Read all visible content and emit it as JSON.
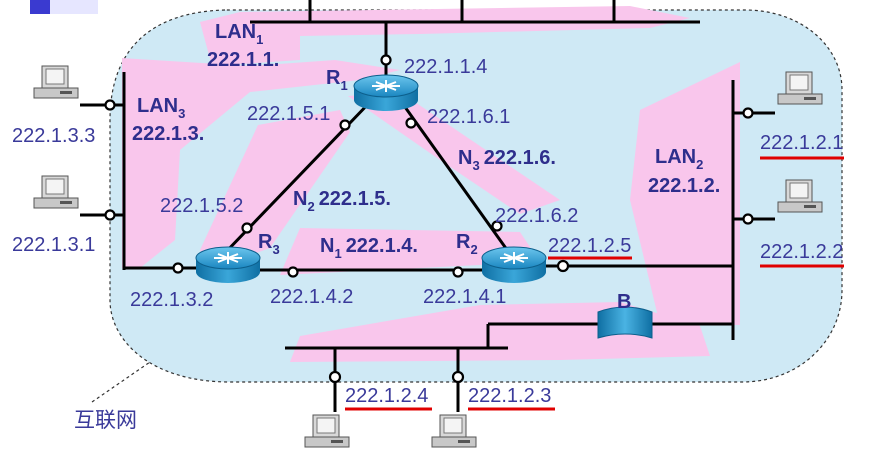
{
  "internet_label": "互联网",
  "lans": {
    "lan1": {
      "name": "LAN",
      "sub": "1",
      "net": "222.1.1."
    },
    "lan2": {
      "name": "LAN",
      "sub": "2",
      "net": "222.1.2."
    },
    "lan3": {
      "name": "LAN",
      "sub": "3",
      "net": "222.1.3."
    }
  },
  "links": {
    "n1": {
      "name": "N",
      "sub": "1",
      "net": "222.1.4."
    },
    "n2": {
      "name": "N",
      "sub": "2",
      "net": "222.1.5."
    },
    "n3": {
      "name": "N",
      "sub": "3",
      "net": "222.1.6."
    }
  },
  "routers": {
    "r1": {
      "name": "R",
      "sub": "1"
    },
    "r2": {
      "name": "R",
      "sub": "2"
    },
    "r3": {
      "name": "R",
      "sub": "3"
    }
  },
  "bridge": {
    "label": "B"
  },
  "addresses": {
    "r1_lan1": "222.1.1.4",
    "r1_n2": "222.1.5.1",
    "r1_n3": "222.1.6.1",
    "r3_n2": "222.1.5.2",
    "r3_lan3": "222.1.3.2",
    "r3_n1": "222.1.4.2",
    "r2_n3": "222.1.6.2",
    "r2_lan2": "222.1.2.5",
    "r2_n1": "222.1.4.1",
    "host_lan3_a": "222.1.3.3",
    "host_lan3_b": "222.1.3.1",
    "host_lan2_a": "222.1.2.1",
    "host_lan2_b": "222.1.2.2",
    "host_lan2_c": "222.1.2.4",
    "host_lan2_d": "222.1.2.3"
  },
  "colors": {
    "cloud": "#cfe9f5",
    "highlight": "#f9c6ec",
    "text": "#2e2e8c",
    "underline": "#e00000",
    "router": "#1f8fc8"
  }
}
